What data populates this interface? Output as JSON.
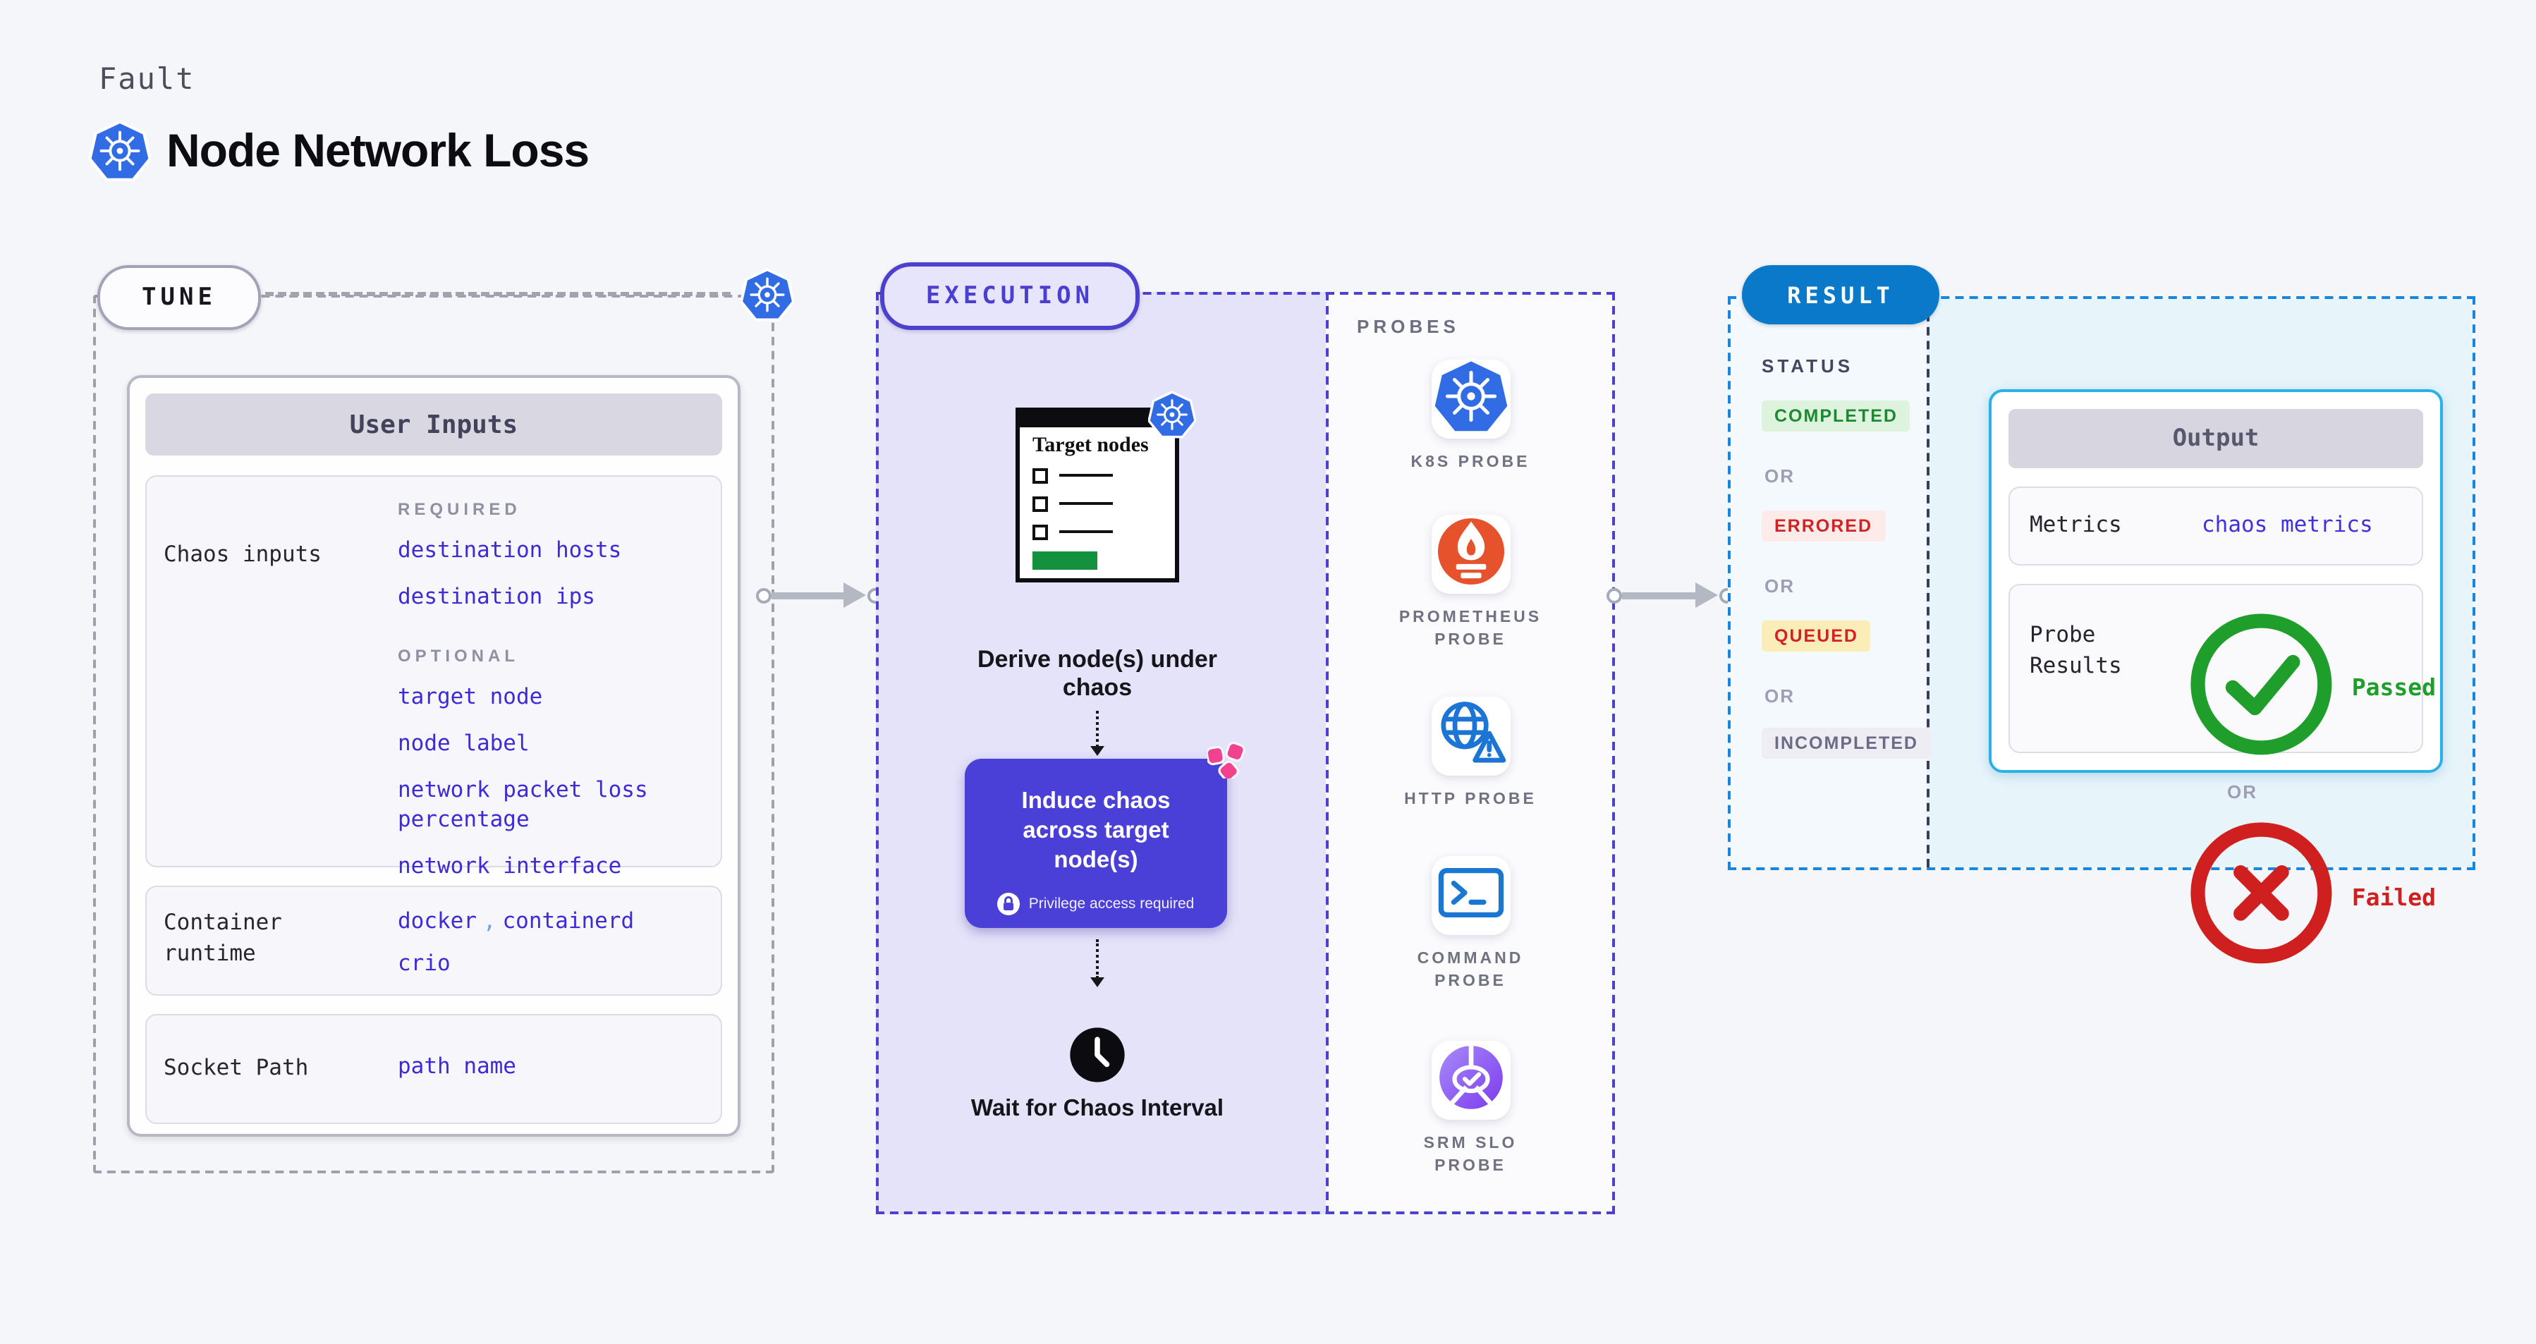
{
  "header": {
    "eyebrow": "Fault",
    "title": "Node Network Loss"
  },
  "tune": {
    "pill": "TUNE",
    "card_title": "User Inputs",
    "chaos_label": "Chaos inputs",
    "required_heading": "REQUIRED",
    "required_links": [
      "destination hosts",
      "destination ips"
    ],
    "optional_heading": "OPTIONAL",
    "optional_links": [
      "target node",
      "node label",
      "network packet loss percentage",
      "network interface"
    ],
    "runtime_label": "Container runtime",
    "runtime_values": [
      "docker",
      "containerd",
      "crio"
    ],
    "runtime_separator": ",",
    "socket_label": "Socket Path",
    "socket_value": "path name"
  },
  "execution": {
    "pill": "EXECUTION",
    "target_window_title": "Target nodes",
    "derive_caption": "Derive node(s) under chaos",
    "induce_title": "Induce chaos across target node(s)",
    "privilege_note": "Privilege access required",
    "wait_caption": "Wait for Chaos Interval"
  },
  "probes": {
    "heading": "PROBES",
    "items": [
      {
        "label": "K8S PROBE",
        "icon": "kubernetes-icon"
      },
      {
        "label": "PROMETHEUS PROBE",
        "icon": "prometheus-icon"
      },
      {
        "label": "HTTP PROBE",
        "icon": "http-globe-warning-icon"
      },
      {
        "label": "COMMAND PROBE",
        "icon": "terminal-icon"
      },
      {
        "label": "SRM SLO PROBE",
        "icon": "slo-pie-check-icon"
      }
    ]
  },
  "result": {
    "pill": "RESULT",
    "status_heading": "STATUS",
    "or_label": "OR",
    "statuses": [
      {
        "label": "COMPLETED",
        "bg": "#ddf3dd",
        "color": "#1d8a31"
      },
      {
        "label": "ERRORED",
        "bg": "#fcebe9",
        "color": "#d02424"
      },
      {
        "label": "QUEUED",
        "bg": "#fbedb8",
        "color": "#d32027"
      },
      {
        "label": "INCOMPLETED",
        "bg": "#ededf3",
        "color": "#6b6b85"
      }
    ],
    "output_title": "Output",
    "metrics_label": "Metrics",
    "metrics_link": "chaos metrics",
    "probe_results_label": "Probe Results",
    "passed_label": "Passed",
    "failed_label": "Failed"
  },
  "colors": {
    "page_bg": "#f5f6f9",
    "link_blue": "#3d2ad8",
    "indigo_accent": "#4c40cf",
    "execution_bg": "#e5e3fa",
    "induce_card_bg": "#4a3fd6",
    "result_pill_blue": "#0b79c9",
    "result_border_blue": "#1786df",
    "output_border_cyan": "#29b1e8",
    "kubernetes_blue": "#326ce5",
    "prometheus_orange": "#e6522c",
    "litmus_pink": "#f2418f",
    "success_green": "#1f9e2c",
    "error_red": "#d01f1f",
    "target_button_green": "#13913f"
  }
}
